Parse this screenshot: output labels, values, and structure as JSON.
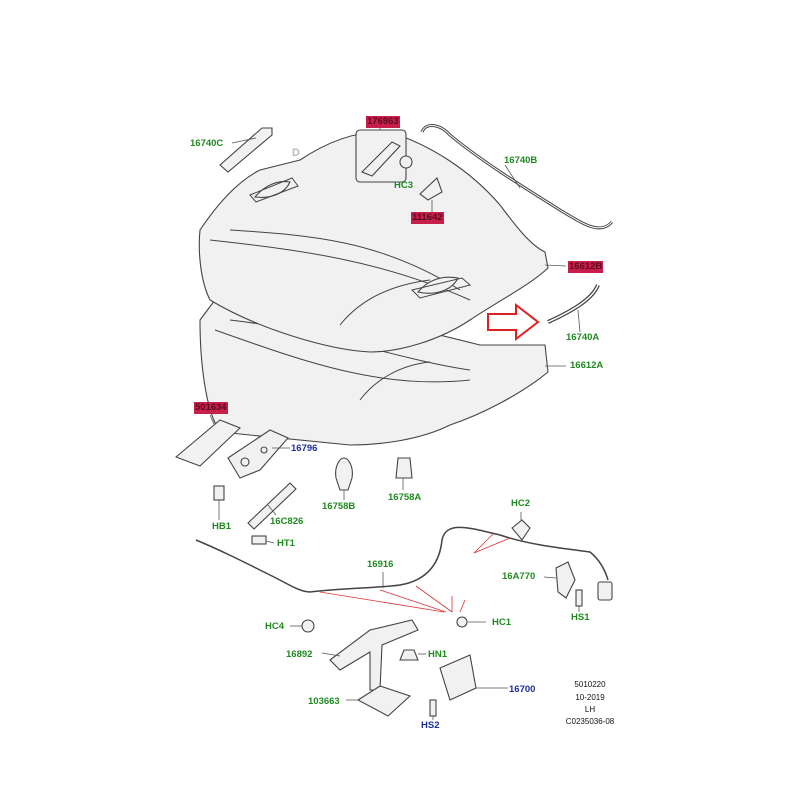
{
  "labels": {
    "p16740C": "16740C",
    "p176963": "176963",
    "pHC3": "HC3",
    "p16740B": "16740B",
    "p111642": "111642",
    "p16612B": "16612B",
    "p16740A": "16740A",
    "p16612A": "16612A",
    "p501634": "501634",
    "p16796": "16796",
    "p16758B": "16758B",
    "p16758A": "16758A",
    "pHB1": "HB1",
    "p16C826": "16C826",
    "pHT1": "HT1",
    "pHC2": "HC2",
    "p16916": "16916",
    "p16A770": "16A770",
    "pHS1": "HS1",
    "pHC4": "HC4",
    "pHC1": "HC1",
    "p16892": "16892",
    "pHN1": "HN1",
    "p16700": "16700",
    "p103663": "103663",
    "pHS2": "HS2",
    "markD": "D"
  },
  "meta": {
    "code": "5010220",
    "date": "10-2019",
    "side": "LH",
    "ref": "C0235036-08"
  },
  "colors": {
    "green": "#1f8a1f",
    "blue": "#1c2f9c",
    "highlight": "#c81e4a",
    "arrow": "#e02020"
  }
}
